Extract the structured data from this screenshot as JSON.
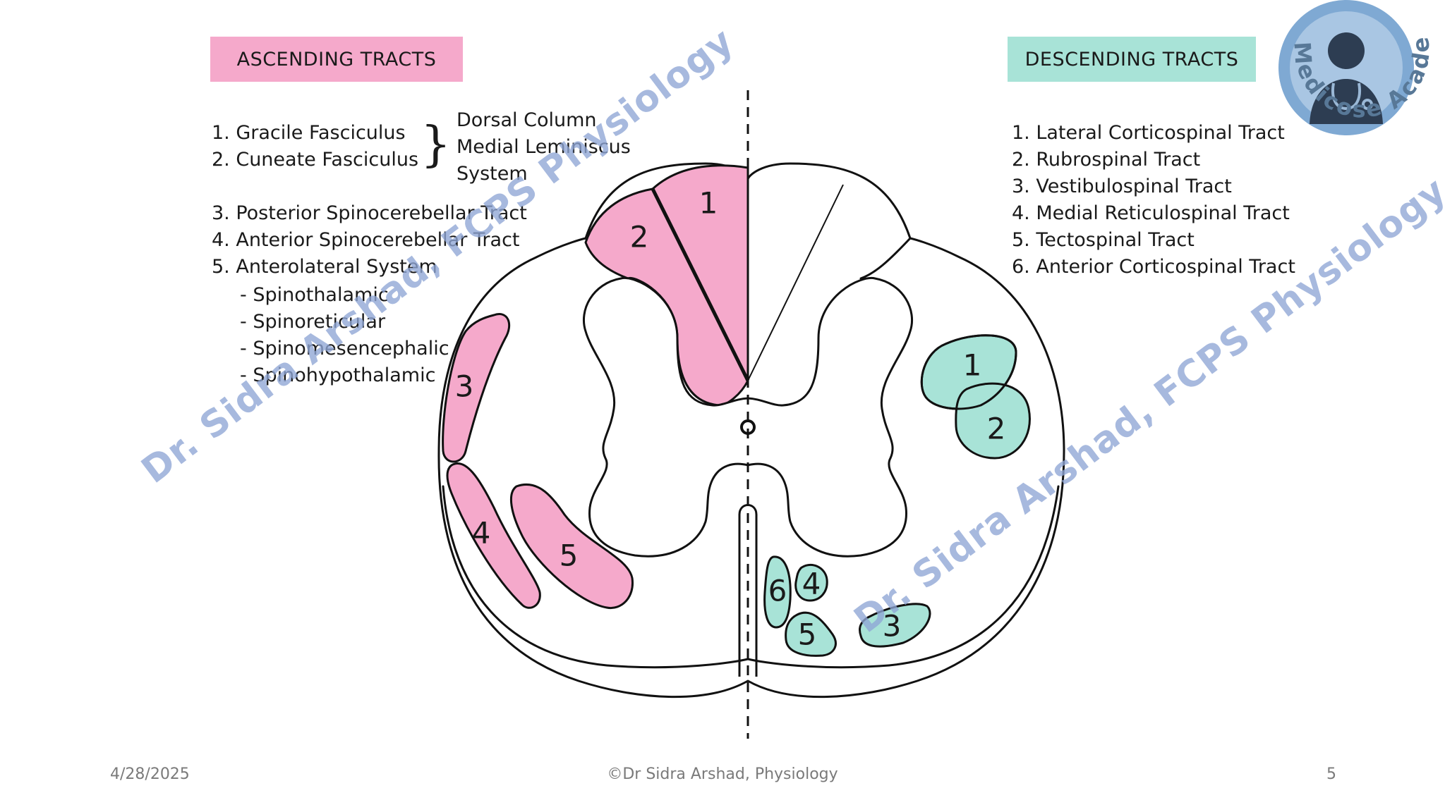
{
  "ascending": {
    "header": "ASCENDING TRACTS",
    "items_a": [
      "1. Gracile Fasciculus",
      "2. Cuneate Fasciculus"
    ],
    "brace_label": [
      "Dorsal Column",
      "Medial Leminiscus",
      "System"
    ],
    "items_b": [
      "3. Posterior Spinocerebellar Tract",
      "4. Anterior Spinocerebellar Tract",
      "5. Anterolateral System"
    ],
    "subitems": [
      "- Spinothalamic",
      "- Spinoreticular",
      "- Spinomesencephalic",
      "- Spinohypothalamic"
    ],
    "color": "#f5a9cb"
  },
  "descending": {
    "header": "DESCENDING TRACTS",
    "items": [
      "1. Lateral Corticospinal Tract",
      "2. Rubrospinal Tract",
      "3. Vestibulospinal Tract",
      "4. Medial Reticulospinal Tract",
      "5. Tectospinal Tract",
      "6. Anterior Corticospinal Tract"
    ],
    "color": "#a8e3d7"
  },
  "diagram_labels": {
    "asc": [
      "1",
      "2",
      "3",
      "4",
      "5"
    ],
    "desc": [
      "1",
      "2",
      "3",
      "4",
      "5",
      "6"
    ]
  },
  "watermark": "Dr. Sidra Arshad, FCPS Physiology",
  "logo_text": "Medicose Academics",
  "footer": {
    "date": "4/28/2025",
    "credit": "©Dr Sidra Arshad, Physiology",
    "page": "5"
  },
  "colors": {
    "ascending_fill": "#f5a9cb",
    "descending_fill": "#a8e3d7",
    "outline": "#111111",
    "watermark": "#8fa6d6",
    "logo_circle": "#7fa9d3"
  },
  "icons": [
    "doctor-avatar-icon",
    "stethoscope-icon"
  ]
}
